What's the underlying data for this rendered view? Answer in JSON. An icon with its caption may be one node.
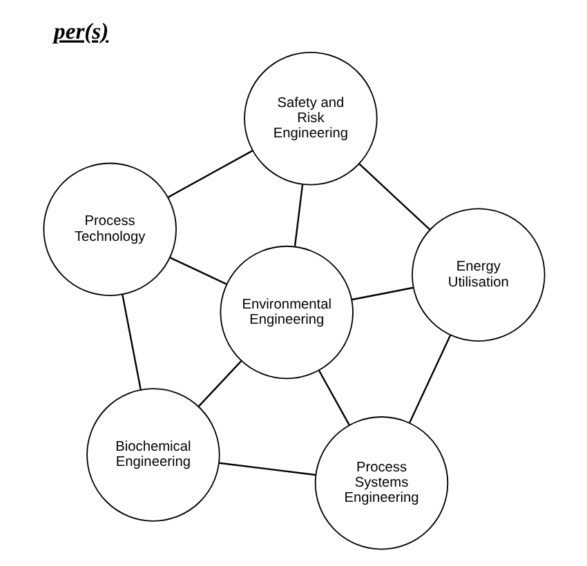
{
  "diagram": {
    "title": "per(s)",
    "nodes": [
      {
        "text": [
          "Biochemical Engineering"
        ]
      },
      {
        "text": [
          "Process Systems Engineering"
        ]
      },
      {
        "text": [
          "Environmental Engineering"
        ]
      },
      {
        "text": [
          "Process Technology"
        ]
      },
      {
        "text": [
          "Energy Utilisation"
        ]
      },
      {
        "text": [
          "Safety and Risk Engineering"
        ]
      }
    ],
    "edges": [
      {
        "from": 0,
        "to": 3,
        "arrow": "none"
      },
      {
        "from": 3,
        "to": 5,
        "arrow": "none"
      },
      {
        "from": 5,
        "to": 4,
        "arrow": "none"
      },
      {
        "from": 4,
        "to": 1,
        "arrow": "none"
      },
      {
        "from": 1,
        "to": 0,
        "arrow": "none"
      },
      {
        "from": 2,
        "to": 0,
        "arrow": "none"
      },
      {
        "from": 2,
        "to": 1,
        "arrow": "none"
      },
      {
        "from": 2,
        "to": 3,
        "arrow": "none"
      },
      {
        "from": 2,
        "to": 4,
        "arrow": "none"
      },
      {
        "from": 2,
        "to": 5,
        "arrow": "none"
      }
    ]
  }
}
